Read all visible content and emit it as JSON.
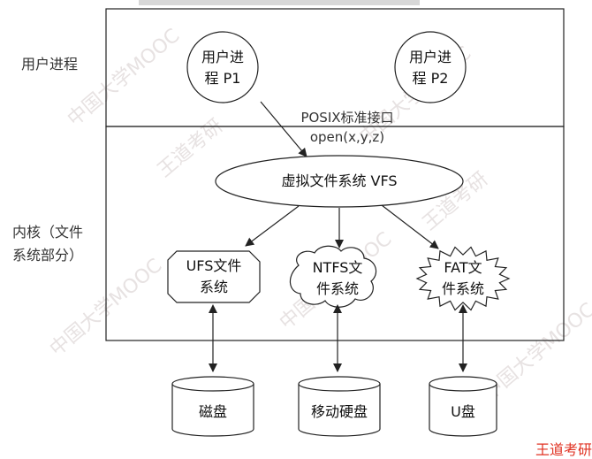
{
  "labels": {
    "user_process": "用户进程",
    "kernel_line1": "内核（文件",
    "kernel_line2": "系统部分）"
  },
  "processes": {
    "p1_line1": "用户进",
    "p1_line2": "程 P1",
    "p2_line1": "用户进",
    "p2_line2": "程 P2"
  },
  "api": {
    "name": "POSIX标准接口",
    "call": "open(x,y,z)"
  },
  "vfs": "虚拟文件系统 VFS",
  "filesystems": {
    "ufs_line1": "UFS文件",
    "ufs_line2": "系统",
    "ntfs_line1": "NTFS文",
    "ntfs_line2": "件系统",
    "fat_line1": "FAT文",
    "fat_line2": "件系统"
  },
  "devices": {
    "disk": "磁盘",
    "removable": "移动硬盘",
    "usb": "U盘"
  },
  "corner_text": "王道考研",
  "colors": {
    "stroke": "#222222",
    "corner": "#e03020",
    "watermark": "#e7e2e2"
  }
}
